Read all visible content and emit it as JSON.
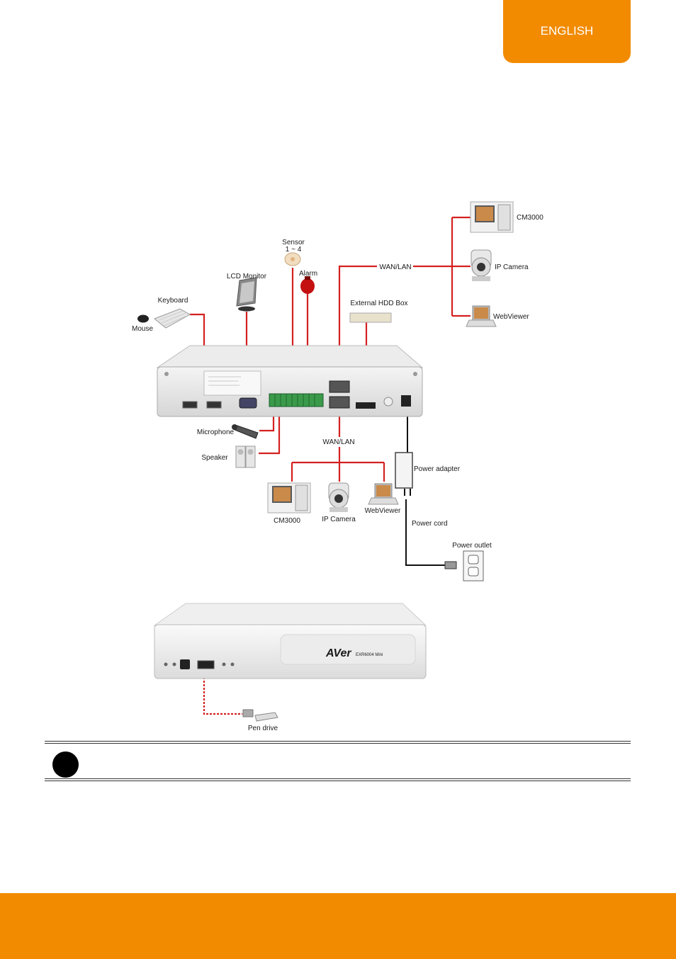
{
  "header": {
    "language_tab": "ENGLISH"
  },
  "diagram": {
    "labels": {
      "cm3000_top": "CM3000",
      "wan_lan_top": "WAN/LAN",
      "ip_camera_top": "IP Camera",
      "webviewer_top": "WebViewer",
      "sensor": "Sensor",
      "sensor_range": "1 ~ 4",
      "lcd_monitor": "LCD Monitor",
      "alarm": "Alarm",
      "keyboard": "Keyboard",
      "mouse": "Mouse",
      "external_hdd": "External HDD Box",
      "microphone": "Microphone",
      "speaker": "Speaker",
      "wan_lan_bottom": "WAN/LAN",
      "power_adapter": "Power adapter",
      "cm3000_bottom": "CM3000",
      "ip_camera_bottom": "IP Camera",
      "webviewer_bottom": "WebViewer",
      "power_cord": "Power cord",
      "power_outlet": "Power outlet",
      "brand": "AVer",
      "model": "EXR6004 Mini",
      "pen_drive": "Pen drive"
    },
    "colors": {
      "connection_line": "#d42020",
      "power_line": "#111111"
    }
  },
  "colors": {
    "accent": "#f28b00"
  }
}
